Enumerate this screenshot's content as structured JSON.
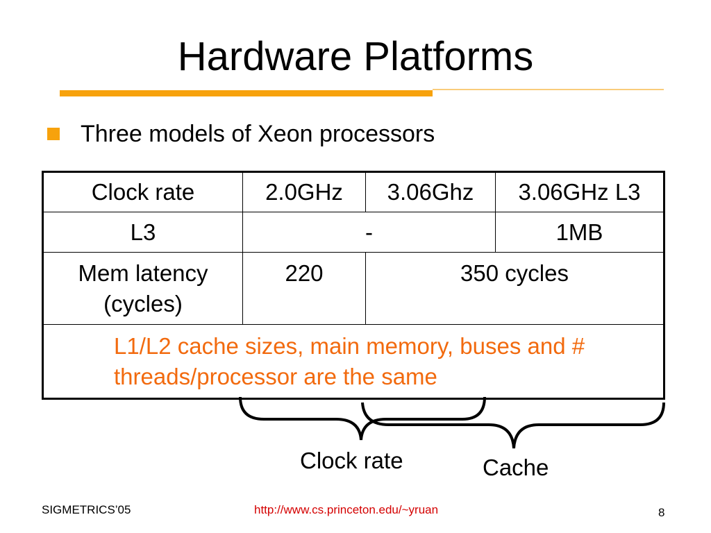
{
  "slide": {
    "title": "Hardware Platforms",
    "bullet": "Three models of Xeon processors"
  },
  "table": {
    "row1": [
      "Clock rate",
      "2.0GHz",
      "3.06Ghz",
      "3.06GHz L3"
    ],
    "row2": [
      "L3",
      "-",
      "1MB"
    ],
    "row3": [
      "Mem latency (cycles)",
      "220",
      "350 cycles"
    ],
    "note": "L1/L2 cache sizes, main memory, buses and # threads/processor are the same"
  },
  "braces": {
    "clock_label": "Clock rate",
    "cache_label": "Cache"
  },
  "footer": {
    "left": "SIGMETRICS’05",
    "center": "http://www.cs.princeton.edu/~yruan",
    "page": "8"
  },
  "colors": {
    "accent": "#f7a20c",
    "accent_light": "#f9cc7a",
    "note_text": "#f26a0e",
    "link": "#d40000"
  }
}
